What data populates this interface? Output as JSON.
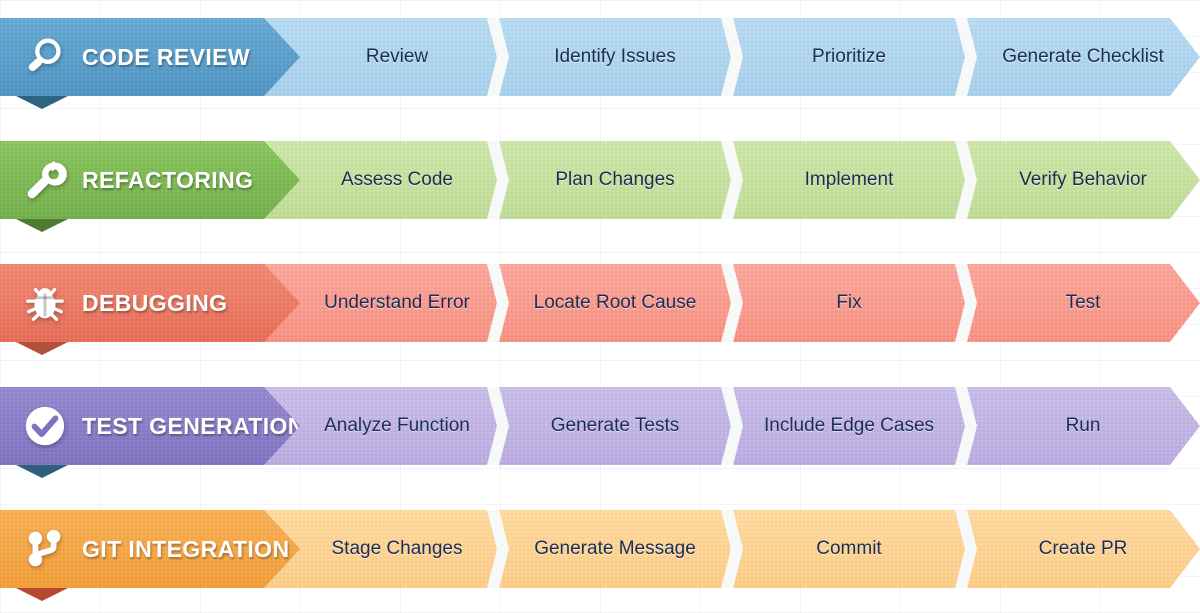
{
  "background": {
    "grid": true,
    "color": "#ffffff"
  },
  "colors": {
    "blue_dark": "#4e93c1",
    "blue_light": "#a9d2ed",
    "green_dark": "#7fbc54",
    "green_light": "#c3de9b",
    "red_dark": "#ee7763",
    "red_light": "#f6968b",
    "purple_dark": "#8b7dc8",
    "purple_light": "#bdb1e0",
    "orange_dark": "#f4a444",
    "orange_light": "#fbce8a",
    "step_text": "#1b2d55",
    "header_text": "#ffffff"
  },
  "rows": [
    {
      "id": "code-review",
      "label": "CODE REVIEW",
      "icon": "magnifier-icon",
      "theme": "blue",
      "steps": [
        "Review",
        "Identify Issues",
        "Prioritize",
        "Generate Checklist"
      ]
    },
    {
      "id": "refactoring",
      "label": "REFACTORING",
      "icon": "wrench-icon",
      "theme": "green",
      "steps": [
        "Assess Code",
        "Plan Changes",
        "Implement",
        "Verify Behavior"
      ]
    },
    {
      "id": "debugging",
      "label": "DEBUGGING",
      "icon": "bug-icon",
      "theme": "red",
      "steps": [
        "Understand Error",
        "Locate Root Cause",
        "Fix",
        "Test"
      ]
    },
    {
      "id": "test-generation",
      "label": "TEST GENERATION",
      "icon": "check-circle-icon",
      "theme": "purple",
      "steps": [
        "Analyze Function",
        "Generate Tests",
        "Include Edge Cases",
        "Run"
      ]
    },
    {
      "id": "git-integration",
      "label": "GIT INTEGRATION",
      "icon": "git-branch-icon",
      "theme": "orange",
      "steps": [
        "Stage Changes",
        "Generate Message",
        "Commit",
        "Create PR"
      ]
    }
  ]
}
